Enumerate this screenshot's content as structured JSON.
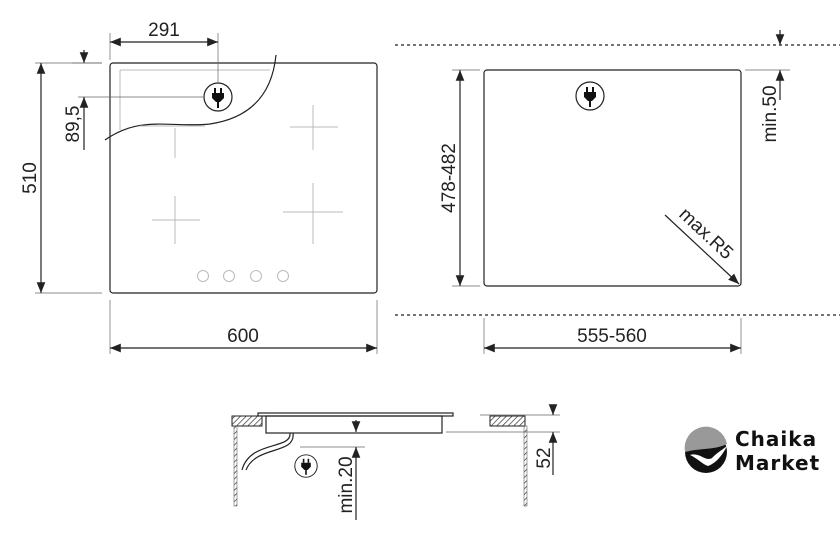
{
  "top_view": {
    "width_label": "600",
    "depth_label": "510",
    "plug_x_label": "291",
    "plug_y_label": "89,5"
  },
  "cutout_view": {
    "depth_label": "478-482",
    "width_label": "555-560",
    "clearance_label": "min.50",
    "radius_label": "max.R5"
  },
  "section_view": {
    "clearance_label": "min.20",
    "height_label": "52"
  },
  "logo": {
    "line1": "Chaika",
    "line2": "Market"
  }
}
